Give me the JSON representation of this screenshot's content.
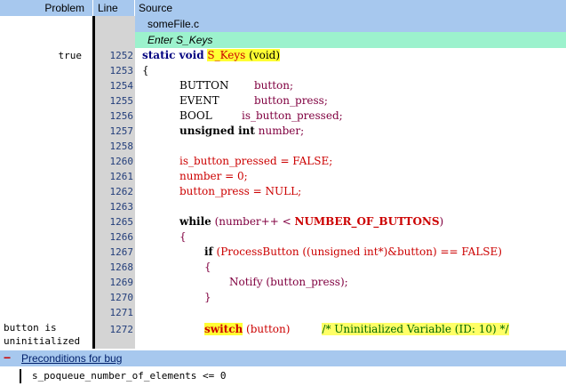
{
  "header": {
    "problem": "Problem",
    "line": "Line",
    "source": "Source"
  },
  "file": "someFile.c",
  "enter": "Enter S_Keys",
  "rows": [
    {
      "problem": "true",
      "line": "1252"
    },
    {
      "problem": "",
      "line": "1253"
    },
    {
      "problem": "",
      "line": "1254"
    },
    {
      "problem": "",
      "line": "1255"
    },
    {
      "problem": "",
      "line": "1256"
    },
    {
      "problem": "",
      "line": "1257"
    },
    {
      "problem": "",
      "line": "1258"
    },
    {
      "problem": "",
      "line": "1260"
    },
    {
      "problem": "",
      "line": "1261"
    },
    {
      "problem": "",
      "line": "1262"
    },
    {
      "problem": "",
      "line": "1263"
    },
    {
      "problem": "",
      "line": "1265"
    },
    {
      "problem": "",
      "line": "1266"
    },
    {
      "problem": "",
      "line": "1267"
    },
    {
      "problem": "",
      "line": "1268"
    },
    {
      "problem": "",
      "line": "1269"
    },
    {
      "problem": "",
      "line": "1270"
    },
    {
      "problem": "",
      "line": "1271"
    },
    {
      "problem": "button is uninitialized",
      "line": "1272"
    }
  ],
  "code": {
    "l1252": {
      "kw1": "static void",
      "fn": "S_Keys",
      "rest": " (void)"
    },
    "l1253": "{",
    "l1254": {
      "type": "BUTTON",
      "name": "button;"
    },
    "l1255": {
      "type": "EVENT",
      "name": "button_press;"
    },
    "l1256": {
      "type": "BOOL",
      "name": "is_button_pressed;"
    },
    "l1257": {
      "type": "unsigned int",
      "name": "number;"
    },
    "l1260": "is_button_pressed = FALSE;",
    "l1261": "number = 0;",
    "l1262": "button_press = NULL;",
    "l1265": {
      "kw": "while",
      "a": " (number++ < ",
      "b": "NUMBER_OF_BUTTONS",
      "c": ")"
    },
    "l1266": "{",
    "l1267": {
      "kw": "if",
      "rest": " (ProcessButton ((unsigned int*)&button) == FALSE)"
    },
    "l1268": "{",
    "l1269": "Notify (button_press);",
    "l1270": "}",
    "l1272": {
      "kw": "switch",
      "rest": " (button)",
      "comment": "/* Uninitialized Variable (ID: 10) */"
    }
  },
  "preconditions": {
    "link": "Preconditions for bug",
    "condition": "s_poqueue_number_of_elements <= 0"
  },
  "colors": {
    "header_bg": "#a7c8ee",
    "enter_bg": "#9cf2cd",
    "highlight": "#ffff33",
    "line_gutter": "#d4d4d4"
  }
}
